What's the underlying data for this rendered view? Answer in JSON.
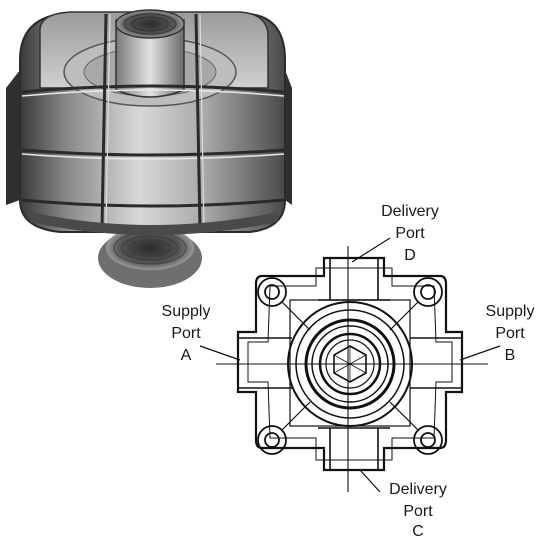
{
  "ports": {
    "delivery_d": {
      "line1": "Delivery",
      "line2": "Port",
      "line3": "D"
    },
    "supply_a": {
      "line1": "Supply",
      "line2": "Port",
      "line3": "A"
    },
    "supply_b": {
      "line1": "Supply",
      "line2": "Port",
      "line3": "B"
    },
    "delivery_c": {
      "line1": "Delivery",
      "line2": "Port",
      "line3": "C"
    }
  }
}
